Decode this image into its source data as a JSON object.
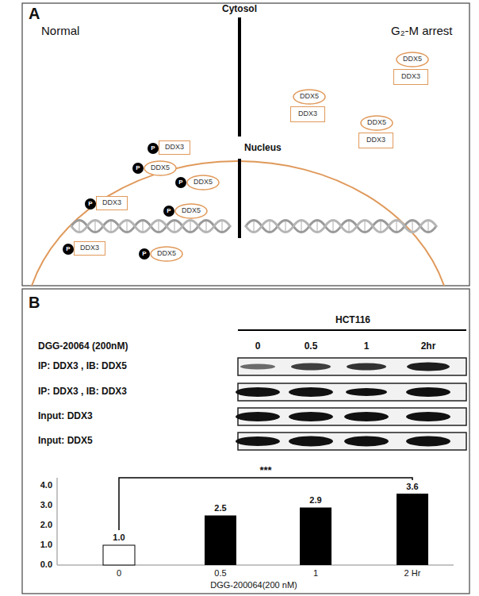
{
  "diagram": {
    "nodes": [
      {
        "text": [
          "DDX5"
        ]
      },
      {
        "text": [
          "DDX3"
        ]
      },
      {
        "text": [
          "DDX5"
        ]
      },
      {
        "text": [
          "DDX3"
        ]
      },
      {
        "text": [
          "DDX5"
        ]
      },
      {
        "text": [
          "DDX3"
        ]
      },
      {
        "text": [
          "P"
        ]
      },
      {
        "text": [
          "DDX3"
        ]
      },
      {
        "text": [
          "P"
        ]
      },
      {
        "text": [
          "DDX5"
        ]
      },
      {
        "text": [
          "P"
        ]
      },
      {
        "text": [
          "DDX5"
        ]
      },
      {
        "text": [
          "P"
        ]
      },
      {
        "text": [
          "DDX3"
        ]
      },
      {
        "text": [
          "P"
        ]
      },
      {
        "text": [
          "DDX5"
        ]
      },
      {
        "text": [
          "P"
        ]
      },
      {
        "text": [
          "DDX3"
        ]
      },
      {
        "text": [
          "P"
        ]
      },
      {
        "text": [
          "DDX5"
        ]
      }
    ],
    "labels": [
      "A",
      "Normal",
      "Cytosol",
      "G₂-M arrest",
      "Nucleus",
      "B",
      "HCT116",
      "DGG-20064 (200nM)",
      "0",
      "0.5",
      "1",
      "2hr",
      "IP: DDX3 , IB: DDX5",
      "IP: DDX3 , IB: DDX3",
      "Input: DDX3",
      "Input: DDX5",
      "***",
      "1.0",
      "2.5",
      "2.9",
      "3.6",
      "4.0",
      "3.0",
      "2.0",
      "1.0",
      "0.0",
      "0",
      "0.5",
      "1",
      "2 Hr",
      "DGG-200064(200 nM)"
    ]
  }
}
